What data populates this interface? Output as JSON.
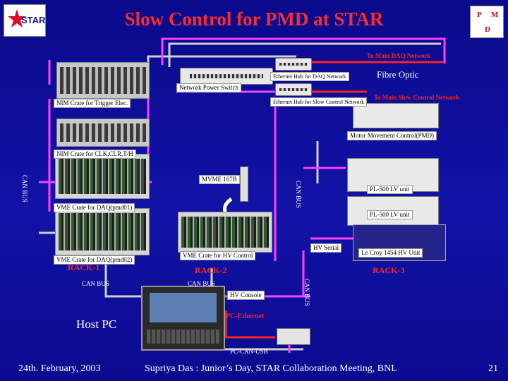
{
  "header": {
    "title": "Slow Control for PMD at STAR",
    "star_logo": "STAR",
    "pmd_logo": [
      "P",
      "M",
      "D"
    ]
  },
  "labels": {
    "main_daq": "To Main DAQ Network",
    "fibre_optic": "Fibre Optic",
    "ethernet_hub_daq": "Ethernet Hub for DAQ Network",
    "network_power_switch": "Network Power Switch",
    "nim_trigger": "NIM Crate for Trigger Elec.",
    "ethernet_hub_slow": "Ethernet Hub for Slow Control Network",
    "main_slow": "To Main Slow Control Network",
    "motor": "Motor Movement Control(PMD)",
    "nim_clk": "NIM Crate for CLK,CLR,T/H",
    "can_bus_left": "CAN BUS",
    "mvme": "MVME 167B",
    "can_bus_mid": "CAN BUS",
    "pl500_a": "PL-500 LV unit",
    "vme_daq1": "VME Crate for DAQ(pmd01)",
    "pl500_b": "PL-500 LV unit",
    "hv_serial": "HV Serial",
    "lecroy": "Le Croy 1454 HV Unit",
    "vme_daq2": "VME Crate for DAQ(pmd02)",
    "vme_hv": "VME Crate for HV Control",
    "rack1": "RACK-1",
    "rack2": "RACK-2",
    "rack3": "RACK-3",
    "can_bus_r1": "CAN BUS",
    "can_bus_r2": "CAN BUS",
    "can_bus_vert": "CAN BUS",
    "hv_console": "HV Console",
    "pc_ethernet": "PC-Ethernet",
    "host_pc": "Host PC",
    "pc_can_usb": "PC-CAN-USB"
  },
  "footer": {
    "date": "24th. February,  2003",
    "author": "Supriya Das : Junior’s Day, STAR Collaboration Meeting, BNL",
    "page": "21"
  },
  "colors": {
    "background": "#0f0fa0",
    "title": "#ff2a2a",
    "wire_magenta": "#ff40ff",
    "wire_gray": "#d0d0d0",
    "wire_red": "#ff2020"
  }
}
